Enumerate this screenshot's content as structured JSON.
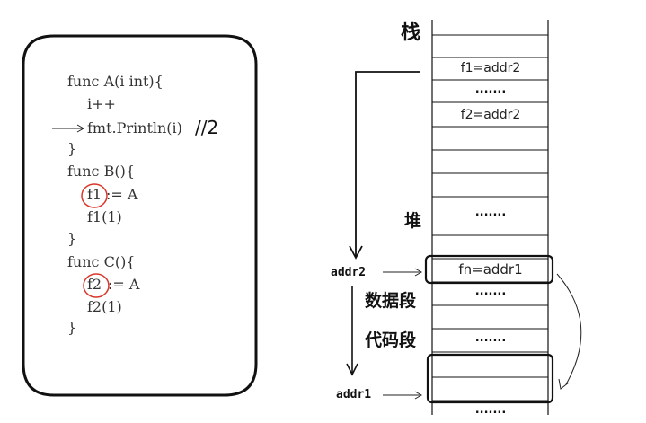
{
  "code": {
    "line1": "func A(i int){",
    "line2": "i++",
    "line3": "fmt.Println(i)",
    "note": "//2",
    "line4": "}",
    "line5": "func B(){",
    "line6_var": "f1",
    "line6_rest": ":= A",
    "line7": "f1(1)",
    "line8": "}",
    "line9": "func C(){",
    "line10_var": "f2",
    "line10_rest": ":= A",
    "line11": "f2(1)",
    "line12": "}"
  },
  "memory": {
    "stack_label": "栈",
    "heap_label": "堆",
    "data_label": "数据段",
    "code_label": "代码段",
    "cells": {
      "f1": "f1=addr2",
      "dots1": ".......",
      "f2": "f2=addr2",
      "dots_heap": ".......",
      "fn": "fn=addr1",
      "dots_data": ".......",
      "dots_code": ".......",
      "dots_bottom": "......."
    },
    "addr2": "addr2",
    "addr1": "addr1"
  },
  "colors": {
    "ink": "#1a1a1a",
    "circle": "#d9362b"
  }
}
